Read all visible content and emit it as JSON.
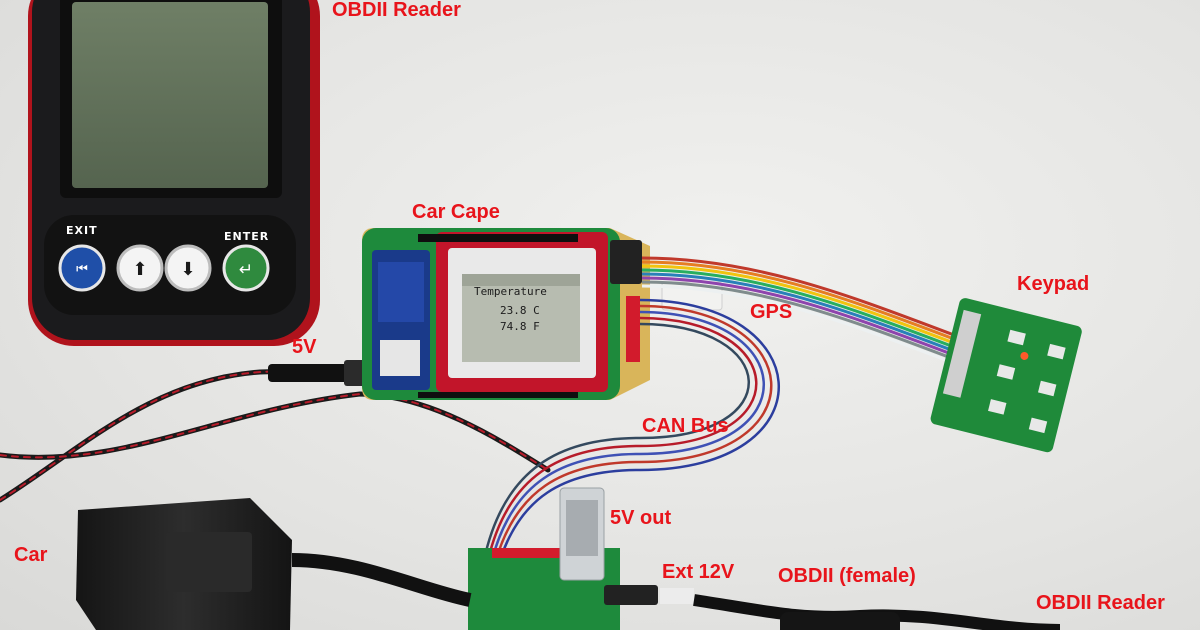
{
  "labels": {
    "obdii_reader_top": "OBDII Reader",
    "car_cape": "Car Cape",
    "gps": "GPS",
    "keypad": "Keypad",
    "five_v": "5V",
    "can_bus": "CAN Bus",
    "five_v_out": "5V out",
    "ext_12v": "Ext 12V",
    "obdii_female": "OBDII (female)",
    "obdii_reader_bottom": "OBDII Reader",
    "car": "Car"
  },
  "device_buttons": {
    "exit": "EXIT",
    "enter": "ENTER"
  },
  "lcd": {
    "title": "Temperature",
    "celsius": "23.8 C",
    "fahrenheit": "74.8 F"
  },
  "colors": {
    "label": "#e8141b",
    "pcb_green": "#1e8a3c",
    "cape_red": "#c2152a",
    "device_black": "#1b1b1d"
  }
}
